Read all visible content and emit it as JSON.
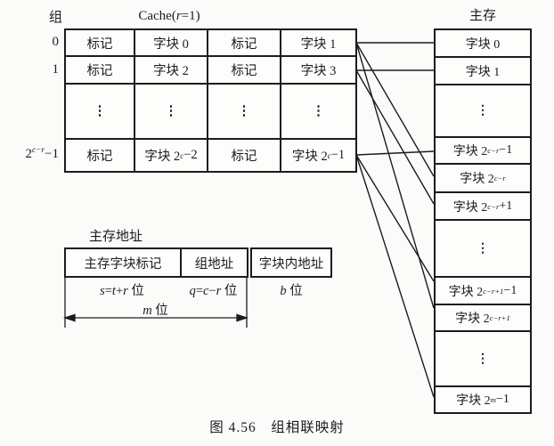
{
  "cache": {
    "corner_label": "组",
    "title": "Cache(*r*=1)",
    "row_labels": [
      "0",
      "1",
      "",
      "2^{c−r}−1"
    ],
    "rows": [
      [
        "标记",
        "字块 0",
        "标记",
        "字块 1"
      ],
      [
        "标记",
        "字块 2",
        "标记",
        "字块 3"
      ],
      [
        "⋮",
        "⋮",
        "⋮",
        "⋮"
      ],
      [
        "标记",
        "字块 2^{c}−2",
        "标记",
        "字块 2^{c}−1"
      ]
    ]
  },
  "main_memory": {
    "title": "主存",
    "cells": [
      "字块 0",
      "字块 1",
      "⋮",
      "字块 2^{c−r}−1",
      "字块 2^{c−r}",
      "字块 2^{c−r}+1",
      "⋮",
      "字块 2^{c−r+1}−1",
      "字块 2^{c−r+1}",
      "⋮",
      "字块 2^{m}−1"
    ]
  },
  "address": {
    "title": "主存地址",
    "fields": [
      {
        "label": "主存字块标记",
        "bits": "*s*=*t*+*r* 位"
      },
      {
        "label": "组地址",
        "bits": "*q*=*c*−*r* 位"
      },
      {
        "label": "字块内地址",
        "bits": "*b* 位"
      }
    ],
    "span_label": "*m* 位"
  },
  "caption": "图 4.56　组相联映射"
}
